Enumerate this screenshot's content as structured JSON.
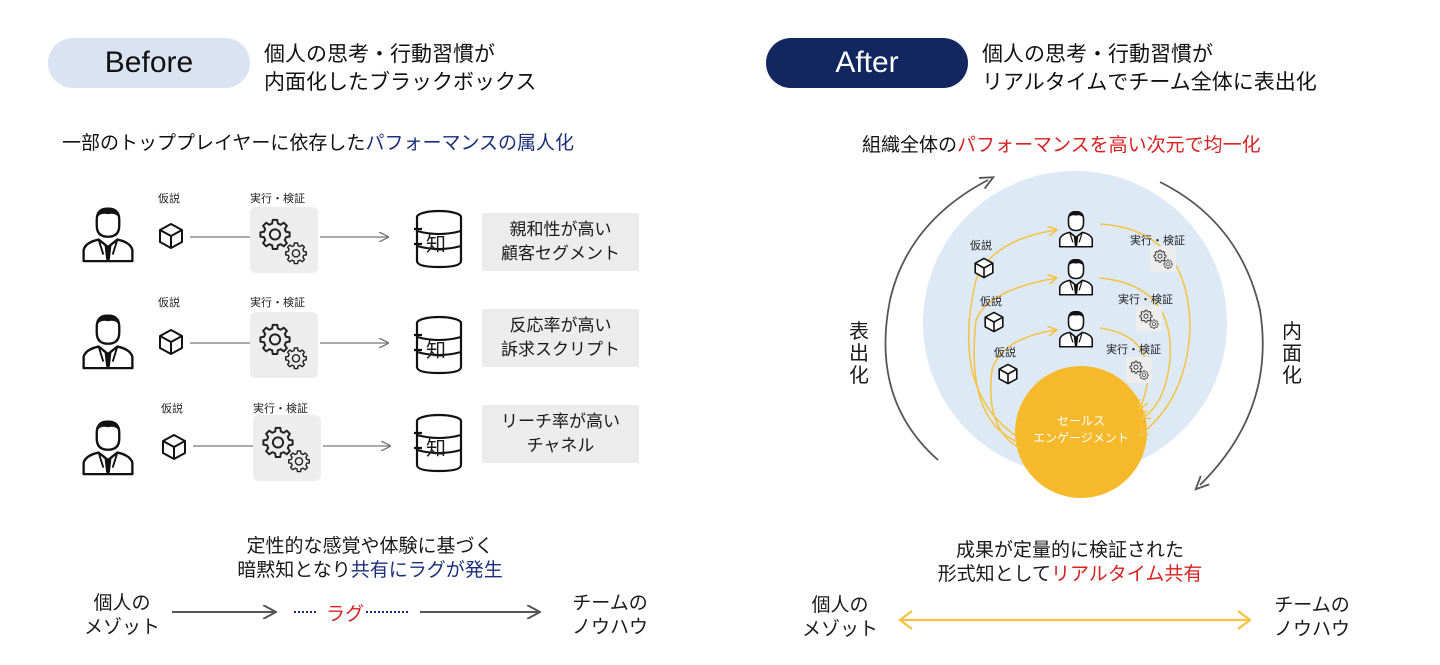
{
  "before": {
    "badge": "Before",
    "heading_line1": "個人の思考・行動習慣が",
    "heading_line2": "内面化したブラックボックス",
    "subtitle_plain": "一部のトッププレイヤーに依存した",
    "subtitle_emph": "パフォーマンスの属人化",
    "hypothesis_label": "仮説",
    "verify_label": "実行・検証",
    "knowledge_char": "知",
    "rows": [
      {
        "result_line1": "親和性が高い",
        "result_line2": "顧客セグメント"
      },
      {
        "result_line1": "反応率が高い",
        "result_line2": "訴求スクリプト"
      },
      {
        "result_line1": "リーチ率が高い",
        "result_line2": "チャネル"
      }
    ],
    "bottom_line1": "定性的な感覚や体験に基づく",
    "bottom_line2_plain": "暗黙知となり",
    "bottom_line2_emph": "共有にラグが発生",
    "left_label_line1": "個人の",
    "left_label_line2": "メゾット",
    "lag_label": "ラグ",
    "right_label_line1": "チームの",
    "right_label_line2": "ノウハウ"
  },
  "after": {
    "badge": "After",
    "heading_line1": "個人の思考・行動習慣が",
    "heading_line2": "リアルタイムでチーム全体に表出化",
    "subtitle_plain": "組織全体の",
    "subtitle_emph": "パフォーマンスを高い次元で均一化",
    "externalize_label": "表出化",
    "internalize_label": "内面化",
    "hypothesis_label": "仮説",
    "verify_label": "実行・検証",
    "center_line1": "セールス",
    "center_line2": "エンゲージメント",
    "bottom_line1": "成果が定量的に検証された",
    "bottom_line2_plain": "形式知として",
    "bottom_line2_emph": "リアルタイム共有",
    "left_label_line1": "個人の",
    "left_label_line2": "メゾット",
    "right_label_line1": "チームの",
    "right_label_line2": "ノウハウ"
  },
  "colors": {
    "before_badge": "#d9e3f2",
    "after_badge": "#122660",
    "emphasis_blue": "#1d2f7a",
    "emphasis_red": "#d62222",
    "circle_fill": "#dde9f5",
    "engagement": "#f7b92c",
    "arrow_yellow": "#f5c242"
  }
}
